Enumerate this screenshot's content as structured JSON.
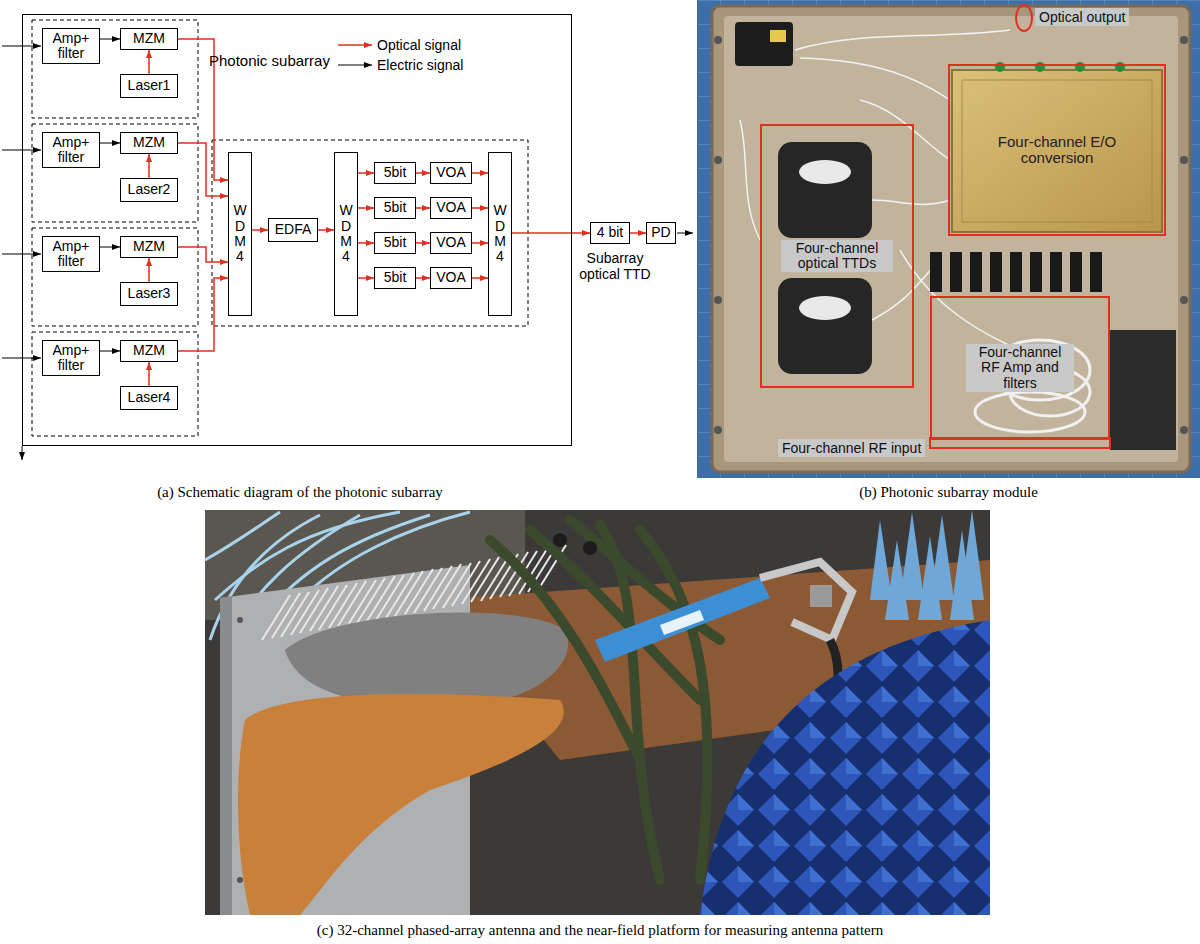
{
  "diagram": {
    "nodes": [
      {
        "text": [
          "Photonic subarray"
        ]
      },
      {
        "text": [
          "Amp+ filter"
        ],
        "in": 0
      },
      {
        "text": [
          "MZM"
        ],
        "in": 0
      },
      {
        "text": [
          "Laser1"
        ],
        "in": 0
      },
      {
        "text": [
          "Amp+ filter"
        ],
        "in": 0
      },
      {
        "text": [
          "MZM"
        ],
        "in": 0
      },
      {
        "text": [
          "Laser2"
        ],
        "in": 0
      },
      {
        "text": [
          "Amp+ filter"
        ],
        "in": 0
      },
      {
        "text": [
          "MZM"
        ],
        "in": 0
      },
      {
        "text": [
          "Laser3"
        ],
        "in": 0
      },
      {
        "text": [
          "Amp+ filter"
        ],
        "in": 0
      },
      {
        "text": [
          "MZM"
        ],
        "in": 0
      },
      {
        "text": [
          "Laser4"
        ],
        "in": 0
      },
      {
        "text": [
          "W D M 4"
        ],
        "in": 0
      },
      {
        "text": [
          "EDFA"
        ],
        "in": 0
      },
      {
        "text": [
          "W D M 4"
        ],
        "in": 0
      },
      {
        "text": [
          "5bit"
        ],
        "in": 0
      },
      {
        "text": [
          "VOA"
        ],
        "in": 0
      },
      {
        "text": [
          "5bit"
        ],
        "in": 0
      },
      {
        "text": [
          "VOA"
        ],
        "in": 0
      },
      {
        "text": [
          "5bit"
        ],
        "in": 0
      },
      {
        "text": [
          "VOA"
        ],
        "in": 0
      },
      {
        "text": [
          "5bit"
        ],
        "in": 0
      },
      {
        "text": [
          "VOA"
        ],
        "in": 0
      },
      {
        "text": [
          "W D M 4"
        ],
        "in": 0
      },
      {
        "text": [
          "4 bit"
        ]
      },
      {
        "text": [
          "PD"
        ]
      },
      {
        "text": [
          "Four-channel E/O conversion"
        ]
      },
      {
        "text": [
          "Four-channel optical TTDs"
        ]
      },
      {
        "text": [
          "Four-channel RF Amp and filters"
        ]
      }
    ],
    "edges": [
      {
        "from": 1,
        "to": 2,
        "arrow": "to"
      },
      {
        "from": 3,
        "to": 2,
        "arrow": "to"
      },
      {
        "from": 2,
        "to": 13,
        "arrow": "to"
      },
      {
        "from": 4,
        "to": 5,
        "arrow": "to"
      },
      {
        "from": 6,
        "to": 5,
        "arrow": "to"
      },
      {
        "from": 5,
        "to": 13,
        "arrow": "to"
      },
      {
        "from": 7,
        "to": 8,
        "arrow": "to"
      },
      {
        "from": 9,
        "to": 8,
        "arrow": "to"
      },
      {
        "from": 8,
        "to": 13,
        "arrow": "to"
      },
      {
        "from": 10,
        "to": 11,
        "arrow": "to"
      },
      {
        "from": 12,
        "to": 11,
        "arrow": "to"
      },
      {
        "from": 11,
        "to": 13,
        "arrow": "to"
      },
      {
        "from": 13,
        "to": 14,
        "arrow": "to"
      },
      {
        "from": 14,
        "to": 15,
        "arrow": "to"
      },
      {
        "from": 15,
        "to": 16,
        "arrow": "to"
      },
      {
        "from": 15,
        "to": 18,
        "arrow": "to"
      },
      {
        "from": 15,
        "to": 20,
        "arrow": "to"
      },
      {
        "from": 15,
        "to": 22,
        "arrow": "to"
      },
      {
        "from": 16,
        "to": 17,
        "arrow": "to"
      },
      {
        "from": 18,
        "to": 19,
        "arrow": "to"
      },
      {
        "from": 20,
        "to": 21,
        "arrow": "to"
      },
      {
        "from": 22,
        "to": 23,
        "arrow": "to"
      },
      {
        "from": 17,
        "to": 24,
        "arrow": "to"
      },
      {
        "from": 19,
        "to": 24,
        "arrow": "to"
      },
      {
        "from": 21,
        "to": 24,
        "arrow": "to"
      },
      {
        "from": 23,
        "to": 24,
        "arrow": "to"
      },
      {
        "from": 24,
        "to": 25,
        "arrow": "to"
      },
      {
        "from": 25,
        "to": 26,
        "arrow": "to"
      }
    ],
    "labels": [
      "Subarray optical TTD",
      "Optical output",
      "Four-channel RF input",
      "(a) Schematic diagram of the photonic subarray",
      "(b) Photonic subarray module",
      "(c) 32-channel phased-array antenna and the near-field platform for measuring antenna pattern"
    ],
    "legend": [
      {
        "text": "Optical signal"
      },
      {
        "text": "Electric signal"
      }
    ]
  }
}
